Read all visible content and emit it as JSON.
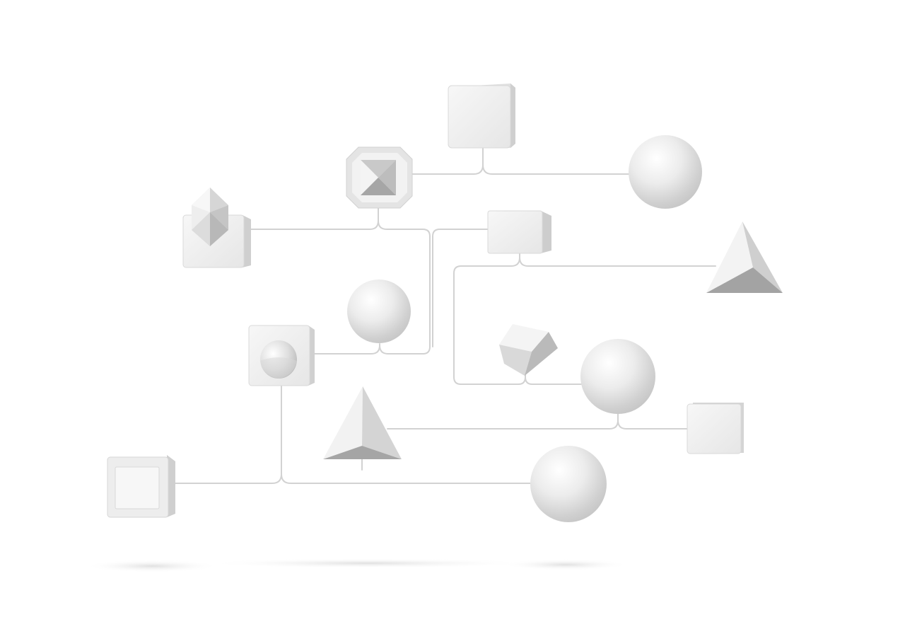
{
  "diagram": {
    "background": "#ffffff",
    "wire_color": "#d2d2d2",
    "node_colors": {
      "highlight": "#fbfbfb",
      "light": "#ebebeb",
      "mid": "#d6d6d6",
      "shade": "#bdbdbd",
      "dark": "#9e9e9e"
    },
    "nodes": [
      {
        "id": "cube-top",
        "kind": "cube"
      },
      {
        "id": "octagon-pyramid",
        "kind": "octagonal plate with pyramid"
      },
      {
        "id": "sphere-top-right",
        "kind": "sphere"
      },
      {
        "id": "polyhedron-box",
        "kind": "box with faceted polyhedron"
      },
      {
        "id": "slab-center",
        "kind": "rectangular slab"
      },
      {
        "id": "pyramid-right",
        "kind": "triangular pyramid"
      },
      {
        "id": "sphere-center",
        "kind": "sphere"
      },
      {
        "id": "cone-box",
        "kind": "box with cone"
      },
      {
        "id": "tilted-cube",
        "kind": "tilted cube"
      },
      {
        "id": "sphere-mid-right",
        "kind": "sphere"
      },
      {
        "id": "cube-right",
        "kind": "cube"
      },
      {
        "id": "pyramid-left",
        "kind": "triangular pyramid"
      },
      {
        "id": "framed-cube",
        "kind": "framed cube"
      },
      {
        "id": "sphere-bottom",
        "kind": "sphere"
      }
    ]
  }
}
